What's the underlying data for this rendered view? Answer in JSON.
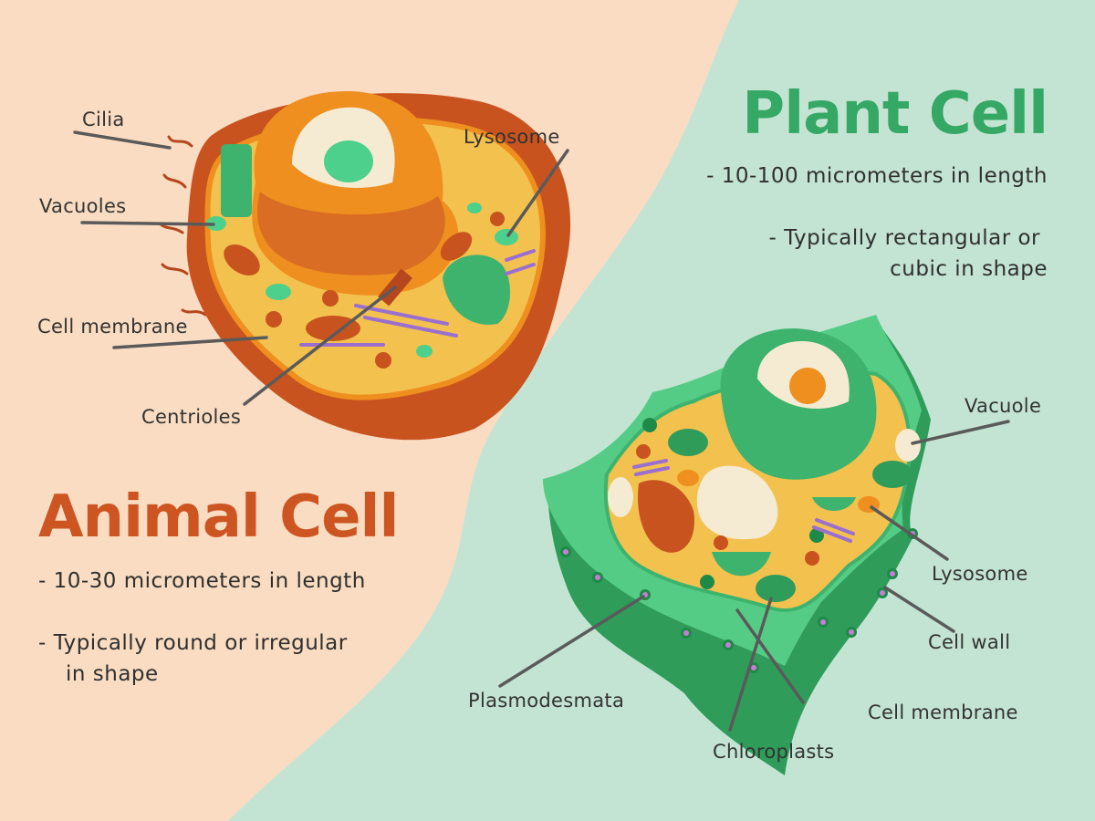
{
  "colors": {
    "animal_background": "#f9dcc1",
    "plant_background": "#c4e4d3",
    "animal_title": "#cd5522",
    "plant_title": "#35a865",
    "leader_line": "#5a5a5a",
    "text": "#2f2f2f"
  },
  "animal": {
    "title": "Animal Cell",
    "facts": [
      "-  10-30 micrometers in length",
      "-  Typically round or irregular"
    ],
    "fact_continuation": "in shape",
    "labels": {
      "cilia": "Cilia",
      "vacuoles": "Vacuoles",
      "cell_membrane": "Cell membrane",
      "centrioles": "Centrioles",
      "lysosome": "Lysosome"
    }
  },
  "plant": {
    "title": "Plant Cell",
    "facts": [
      "-  10-100 micrometers in length",
      "-  Typically rectangular or"
    ],
    "fact_continuation": "cubic in shape",
    "labels": {
      "vacuole": "Vacuole",
      "lysosome": "Lysosome",
      "cell_wall": "Cell wall",
      "cell_membrane": "Cell membrane",
      "chloroplasts": "Chloroplasts",
      "plasmodesmata": "Plasmodesmata"
    }
  }
}
